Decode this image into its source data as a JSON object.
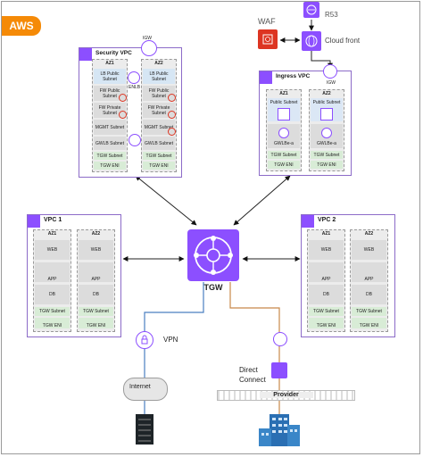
{
  "badge": "AWS",
  "top": {
    "r53": "R53",
    "waf": "WAF",
    "cloudfront": "Cloud front"
  },
  "security_vpc": {
    "title": "Security VPC",
    "igw": "IGW",
    "enlb": "ENLB",
    "az1": "AZ1",
    "az2": "AZ2",
    "az1_cells": [
      "LB Public Subnet",
      "FW Public Subnet",
      "FW Private Subnet",
      "MGMT Subnet",
      "GWLB Subnet",
      "TGW Subnet",
      "TGW ENI"
    ],
    "az2_cells": [
      "LB Public Subnet",
      "FW Public Subnet",
      "FW Private Subnet",
      "MGMT Subnet",
      "GWLB Subnet",
      "TGW Subnet",
      "TGW ENI"
    ]
  },
  "ingress_vpc": {
    "title": "Ingress VPC",
    "igw": "IGW",
    "az1": "AZ1",
    "az2": "AZ2",
    "az1_cells": [
      "Public Subnet",
      "GWLBe-a",
      "TGW Subnet",
      "TGW ENI"
    ],
    "az2_cells": [
      "Public Subnet",
      "GWLBe-a",
      "TGW Subnet",
      "TGW ENI"
    ]
  },
  "vpc1": {
    "title": "VPC 1",
    "az1": "AZ1",
    "az2": "AZ2",
    "cells": [
      "WEB",
      "APP",
      "DB",
      "TGW Subnet",
      "TGW ENI"
    ]
  },
  "vpc2": {
    "title": "VPC 2",
    "az1": "AZ1",
    "az2": "AZ2",
    "cells": [
      "WEB",
      "APP",
      "DB",
      "TGW Subnet",
      "TGW ENI"
    ]
  },
  "tgw": "TGW",
  "vpn": "VPN",
  "internet": "Internet",
  "direct_connect": "Direct\nConnect",
  "provider": "Provider",
  "colors": {
    "aws_orange": "#f58a07",
    "vpc_purple": "#8c4fff",
    "waf_red": "#dd3522",
    "dx_orange": "#c7884a",
    "vpn_blue": "#4a7fc1"
  }
}
